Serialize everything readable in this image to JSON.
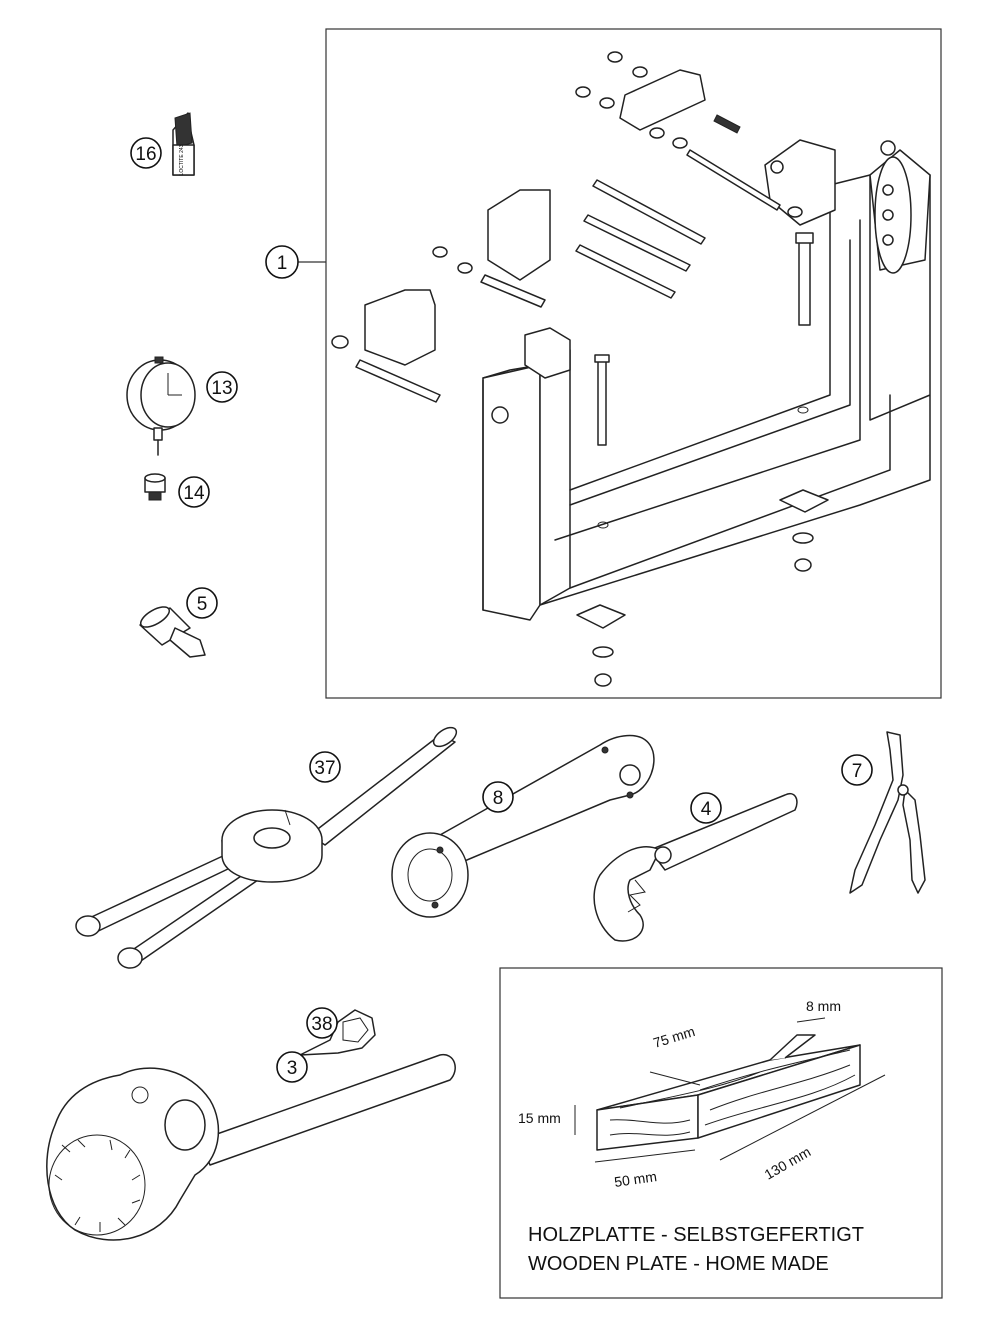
{
  "callouts": {
    "c1": "1",
    "c3": "3",
    "c4": "4",
    "c5": "5",
    "c7": "7",
    "c8": "8",
    "c13": "13",
    "c14": "14",
    "c16": "16",
    "c37": "37",
    "c38": "38"
  },
  "bottle_label": "LOCTITE 243",
  "wooden_plate": {
    "dim_width_top": "75 mm",
    "dim_slot": "8 mm",
    "dim_thickness": "15 mm",
    "dim_length": "130 mm",
    "dim_width_bottom": "50 mm",
    "caption_de": "HOLZPLATTE - SELBSTGEFERTIGT",
    "caption_en": "WOODEN PLATE - HOME MADE"
  }
}
